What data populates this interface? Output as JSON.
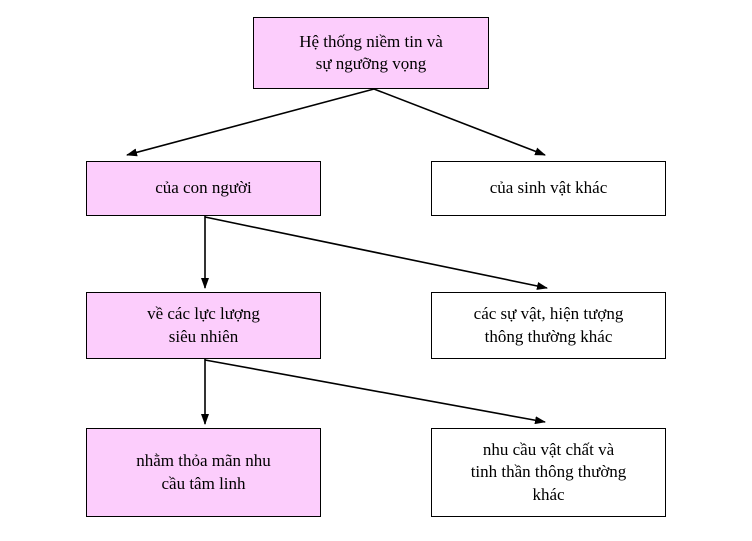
{
  "diagram": {
    "title_node": {
      "label": "Hệ thống niềm tin và\nsự ngưỡng vọng",
      "fill": "#fccdfc"
    },
    "nodes": [
      {
        "id": "human",
        "label": "của con người",
        "fill": "#fccdfc"
      },
      {
        "id": "other-creatures",
        "label": "của sinh vật khác",
        "fill": "#ffffff"
      },
      {
        "id": "supernatural",
        "label": "về các lực lượng\nsiêu nhiên",
        "fill": "#fccdfc"
      },
      {
        "id": "ordinary-things",
        "label": "các sự vật, hiện tượng\nthông thường khác",
        "fill": "#ffffff"
      },
      {
        "id": "spiritual-need",
        "label": "nhằm thỏa mãn nhu\ncầu tâm linh",
        "fill": "#fccdfc"
      },
      {
        "id": "material-need",
        "label": "nhu cầu vật chất và\ntinh thần thông thường\nkhác",
        "fill": "#ffffff"
      }
    ],
    "edge_color": "#000000"
  }
}
